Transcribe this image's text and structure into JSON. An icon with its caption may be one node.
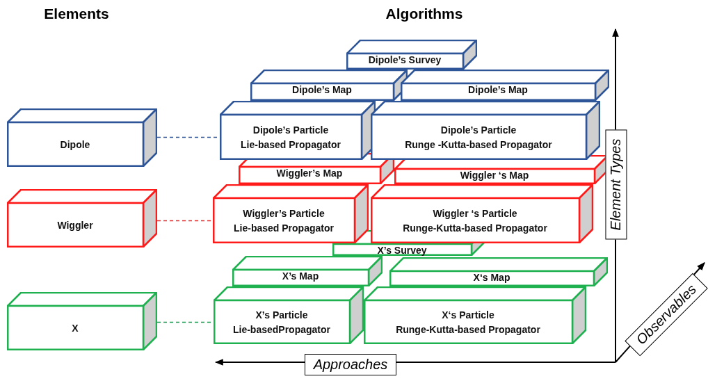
{
  "diagram": {
    "nodes": [
      {
        "text": [
          "Dipole"
        ]
      },
      {
        "text": [
          "Wiggler"
        ]
      },
      {
        "text": [
          "X"
        ]
      },
      {
        "text": [
          "Dipole’s Survey"
        ]
      },
      {
        "text": [
          "Dipole’s Map"
        ]
      },
      {
        "text": [
          "Dipole’s Map"
        ]
      },
      {
        "text": [
          "Dipole’s Particle",
          "Lie-based Propagator"
        ]
      },
      {
        "text": [
          "Dipole’s Particle",
          "Runge -Kutta-based Propagator"
        ]
      },
      {
        "text": [
          "Wiggler’s Map"
        ]
      },
      {
        "text": [
          "Wiggler ‘s Map"
        ]
      },
      {
        "text": [
          "Wiggler’s Particle",
          "Lie-based Propagator"
        ]
      },
      {
        "text": [
          "Wiggler ‘s Particle",
          "Runge-Kutta-based Propagator"
        ]
      },
      {
        "text": [
          "X’s Survey"
        ]
      },
      {
        "text": [
          "X’s Map"
        ]
      },
      {
        "text": [
          "X‘s Map"
        ]
      },
      {
        "text": [
          "X’s Particle",
          "Lie-basedPropagator"
        ]
      },
      {
        "text": [
          "X‘s Particle",
          "Runge-Kutta-based Propagator"
        ]
      }
    ],
    "edges": [
      {
        "from": 0,
        "to": 6,
        "arrow": "none",
        "style": "dashed",
        "color": "#2e5597"
      },
      {
        "from": 1,
        "to": 10,
        "arrow": "none",
        "style": "dashed",
        "color": "#e03030"
      },
      {
        "from": 2,
        "to": 15,
        "arrow": "none",
        "style": "dashed",
        "color": "#1a9a50"
      }
    ],
    "labels": [
      "Elements",
      "Algorithms",
      "Element Types",
      "Approaches",
      "Observables"
    ]
  }
}
